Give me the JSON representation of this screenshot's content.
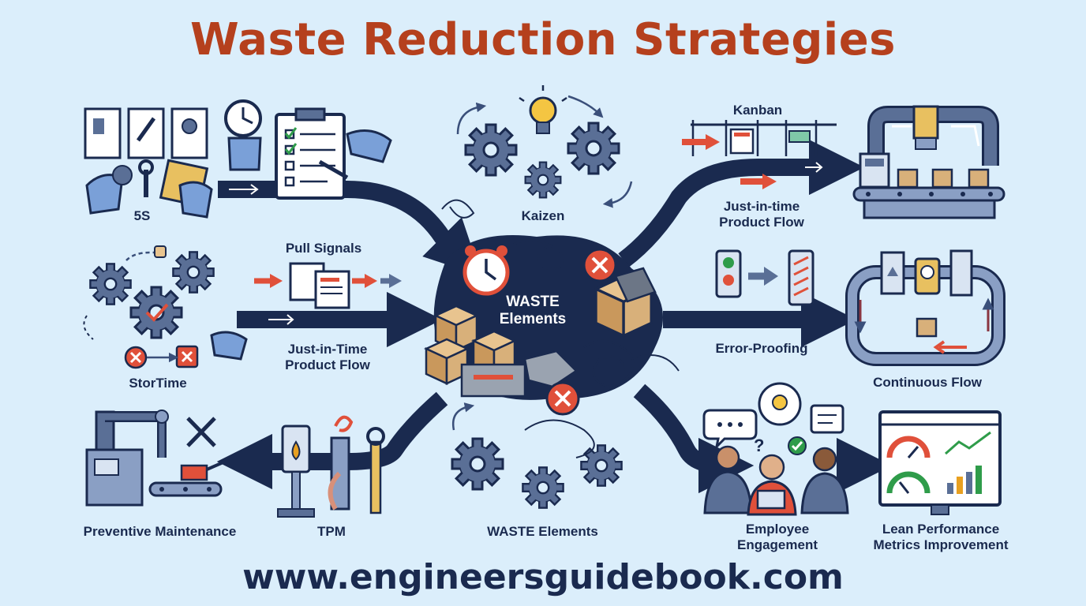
{
  "title": "Waste Reduction Strategies",
  "footer": "www.engineersguidebook.com",
  "center": {
    "line1": "WASTE",
    "line2": "Elements"
  },
  "labels": {
    "five_s": "5S",
    "kaizen": "Kaizen",
    "kanban": "Kanban",
    "jit_right_1": "Just-in-time",
    "jit_right_2": "Product Flow",
    "pull_signals": "Pull Signals",
    "jit_left_1": "Just-in-Time",
    "jit_left_2": "Product Flow",
    "stortime": "StorTime",
    "error_proofing": "Error-Proofing",
    "continuous_flow": "Continuous Flow",
    "preventive_maintenance": "Preventive Maintenance",
    "tpm": "TPM",
    "waste_elements": "WASTE Elements",
    "employee_1": "Employee",
    "employee_2": "Engagement",
    "lean_1": "Lean Performance",
    "lean_2": "Metrics Improvement"
  },
  "colors": {
    "title": "#b5401d",
    "navy": "#1a2a4f",
    "background": "#dbeefb",
    "accent_red": "#e0503a",
    "box_tan": "#d8b07a",
    "steel": "#5a6f96"
  },
  "icons": [
    "document-icon",
    "clock-icon",
    "clipboard-checklist-icon",
    "hand-icon",
    "wrench-icon",
    "gear-icon",
    "lightbulb-icon",
    "kanban-board-icon",
    "conveyor-machine-icon",
    "cardboard-box-icon",
    "alarm-clock-icon",
    "x-mark-icon",
    "check-icon",
    "gauge-icon",
    "bar-chart-icon",
    "speech-bubble-icon",
    "robot-arm-icon",
    "oil-can-icon",
    "person-icon"
  ]
}
